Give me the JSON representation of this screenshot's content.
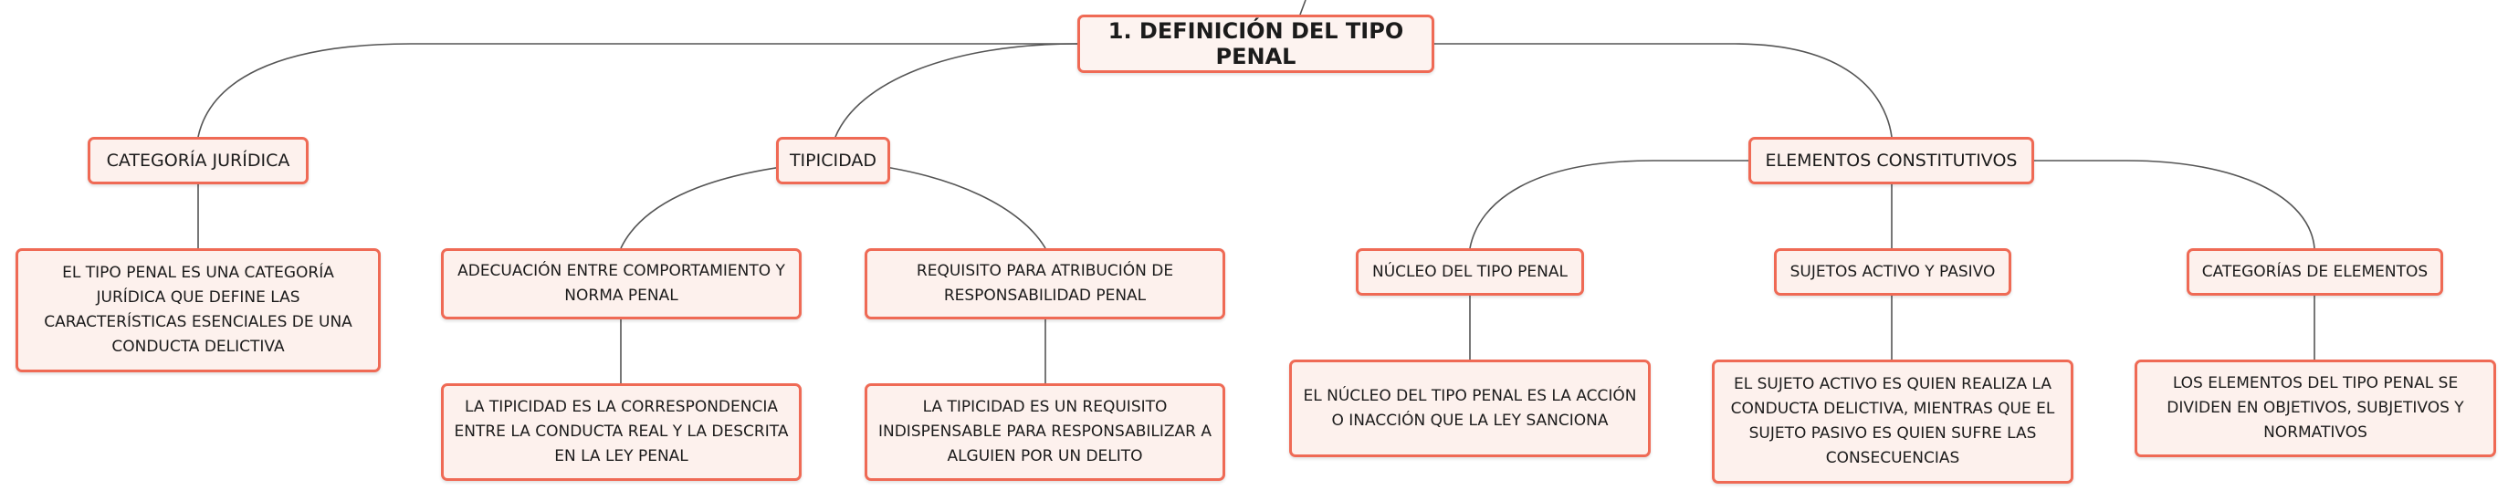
{
  "root": {
    "label": "1. DEFINICIÓN DEL TIPO PENAL"
  },
  "branches": [
    {
      "label": "CATEGORÍA JURÍDICA",
      "children": [
        {
          "label": "EL TIPO PENAL ES UNA CATEGORÍA JURÍDICA QUE DEFINE LAS CARACTERÍSTICAS ESENCIALES DE UNA CONDUCTA DELICTIVA"
        }
      ]
    },
    {
      "label": "TIPICIDAD",
      "children": [
        {
          "label": "ADECUACIÓN ENTRE COMPORTAMIENTO Y NORMA PENAL",
          "detail": "LA TIPICIDAD ES LA CORRESPONDENCIA ENTRE LA CONDUCTA REAL Y LA DESCRITA EN LA LEY PENAL"
        },
        {
          "label": "REQUISITO PARA ATRIBUCIÓN DE RESPONSABILIDAD PENAL",
          "detail": "LA TIPICIDAD ES UN REQUISITO INDISPENSABLE PARA RESPONSABILIZAR A ALGUIEN POR UN DELITO"
        }
      ]
    },
    {
      "label": "ELEMENTOS CONSTITUTIVOS",
      "children": [
        {
          "label": "NÚCLEO DEL TIPO PENAL",
          "detail": "EL NÚCLEO DEL TIPO PENAL ES LA ACCIÓN O INACCIÓN QUE LA LEY SANCIONA"
        },
        {
          "label": "SUJETOS ACTIVO Y PASIVO",
          "detail": "EL SUJETO ACTIVO ES QUIEN REALIZA LA CONDUCTA DELICTIVA, MIENTRAS QUE EL SUJETO PASIVO ES QUIEN SUFRE LAS CONSECUENCIAS"
        },
        {
          "label": "CATEGORÍAS DE ELEMENTOS",
          "detail": "LOS ELEMENTOS DEL TIPO PENAL SE DIVIDEN EN OBJETIVOS, SUBJETIVOS Y NORMATIVOS"
        }
      ]
    }
  ],
  "colors": {
    "node_border": "#ef6a55",
    "node_fill": "#fdf1ed",
    "connector": "#555555",
    "text": "#1b1b1b"
  }
}
